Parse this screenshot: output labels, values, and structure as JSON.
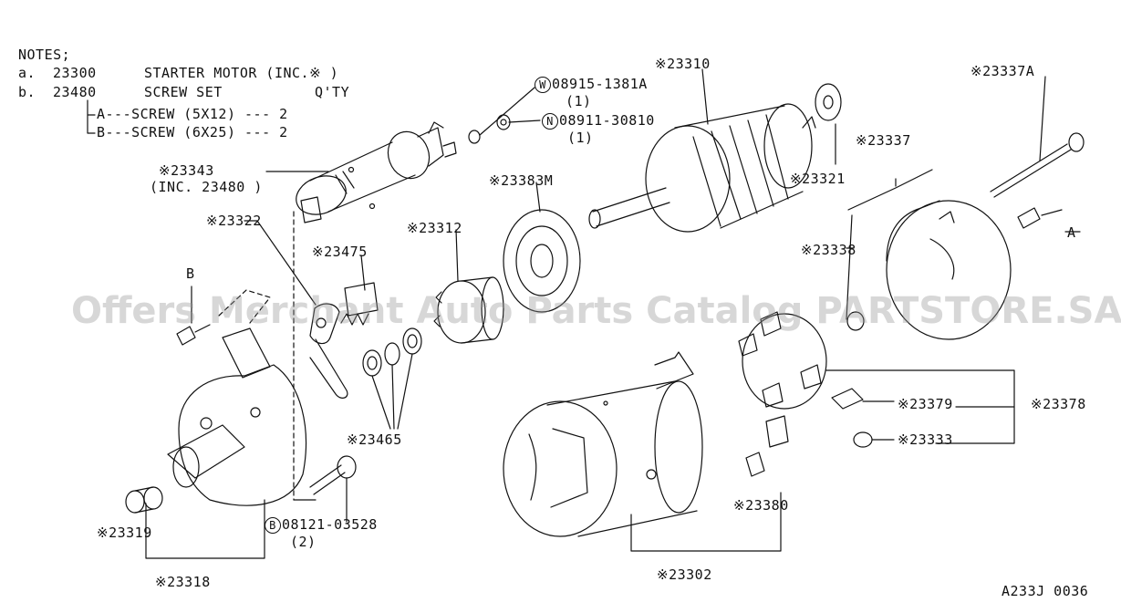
{
  "notes": {
    "title": "NOTES;",
    "line_a_letter": "a.",
    "line_a_part": "23300",
    "line_a_desc": "STARTER MOTOR (INC.※ )",
    "line_b_letter": "b.",
    "line_b_part": "23480",
    "line_b_desc": "SCREW SET",
    "qty_header": "Q'TY",
    "sub_a": "A---SCREW (5X12) --- 2",
    "sub_b": "B---SCREW (6X25) --- 2"
  },
  "callouts": {
    "c23343": "※23343",
    "c23343_inc": "(INC. 23480 )",
    "c23322": "※23322",
    "c23475": "※23475",
    "c23312": "※23312",
    "c23383M": "※23383M",
    "c23310": "※23310",
    "c23321": "※23321",
    "c23337": "※23337",
    "c23337A": "※23337A",
    "c23338": "※23338",
    "c23465": "※23465",
    "c23319": "※23319",
    "c23318": "※23318",
    "c23379": "※23379",
    "c23378": "※23378",
    "c23333": "※23333",
    "c23380": "※23380",
    "c23302": "※23302",
    "w_badge": "W",
    "w_part": "08915-1381A",
    "w_qty": "(1)",
    "n_badge": "N",
    "n_part": "08911-30810",
    "n_qty": "(1)",
    "b_badge": "B",
    "b_part": "08121-03528",
    "b_qty": "(2)",
    "label_A": "A",
    "label_B": "B"
  },
  "watermark": "Offers Merchant Auto Parts Catalog PARTSTORE.SA",
  "figure_code": "A233J 0036"
}
